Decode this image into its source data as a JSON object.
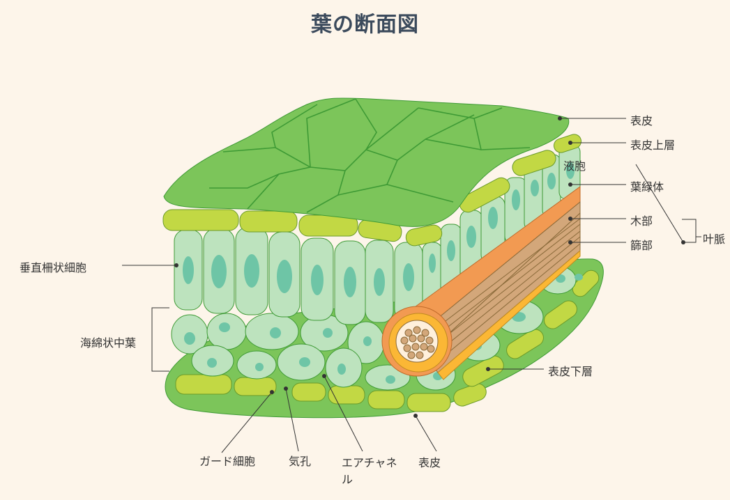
{
  "title": "葉の断面図",
  "labels": {
    "epidermis_top": "表皮",
    "upper_epidermis": "表皮上層",
    "vacuole": "液胞",
    "chloroplast": "葉緑体",
    "xylem": "木部",
    "phloem": "篩部",
    "vein": "叶脈",
    "palisade": "垂直柵状細胞",
    "spongy": "海綿状中葉",
    "lower_epidermis": "表皮下層",
    "guard_cell": "ガード細胞",
    "stoma": "気孔",
    "air_channel_line1": "エアチャネ",
    "air_channel_line2": "ル",
    "epidermis_bottom": "表皮"
  },
  "colors": {
    "background": "#fdf5ea",
    "leaf_green": "#7cc55a",
    "cuticle_yellow_green": "#c2d844",
    "cell_light": "#bde3be",
    "nucleus": "#6ec5a6",
    "vein_orange": "#f29a52",
    "vein_yellow": "#fbb735",
    "xylem_tan": "#d3a77a"
  }
}
